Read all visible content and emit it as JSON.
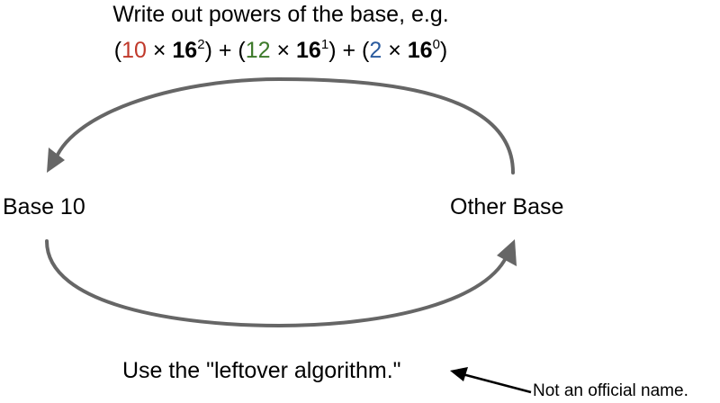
{
  "top_caption": {
    "line1": "Write out powers of the base, e.g.",
    "example": {
      "open_paren": "(",
      "term1_coefficient": "10",
      "times": " × ",
      "base": "16",
      "term1_exponent": "2",
      "join": ") + (",
      "term2_coefficient": "12",
      "term2_exponent": "1",
      "term3_coefficient": "2",
      "term3_exponent": "0",
      "close_paren": ")"
    }
  },
  "nodes": {
    "left": "Base 10",
    "right": "Other Base"
  },
  "bottom_caption": "Use the \"leftover algorithm.\"",
  "side_note": "Not an official name.",
  "colors": {
    "arrow": "#666666",
    "term1": "#c0392b",
    "term2": "#3d7a2a",
    "term3": "#2a5b9e"
  }
}
